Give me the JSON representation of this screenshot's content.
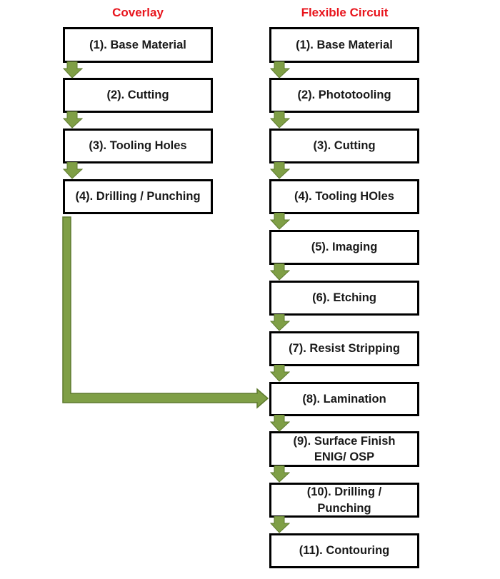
{
  "coverlay": {
    "title": "Coverlay",
    "steps": [
      "(1). Base Material",
      "(2). Cutting",
      "(3). Tooling Holes",
      "(4). Drilling / Punching"
    ]
  },
  "flexible_circuit": {
    "title": "Flexible Circuit",
    "steps": [
      "(1). Base Material",
      "(2). Phototooling",
      "(3). Cutting",
      "(4). Tooling HOles",
      "(5). Imaging",
      "(6). Etching",
      "(7). Resist Stripping",
      "(8). Lamination",
      "(9). Surface Finish\nENIG/ OSP",
      "(10). Drilling /\nPunching",
      "(11). Contouring"
    ]
  },
  "colors": {
    "title_red": "#e8141c",
    "arrow_fill": "#7f9f46",
    "arrow_edge": "#5e7a2e",
    "box_border": "#000000"
  }
}
